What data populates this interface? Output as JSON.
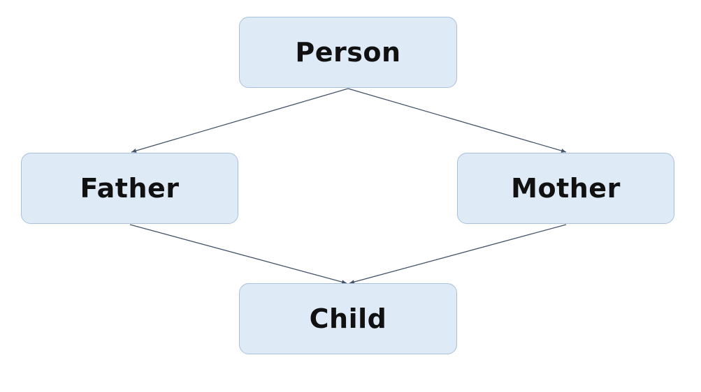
{
  "colors": {
    "node_fill": "#deebf7",
    "node_border": "#a9bfdc",
    "arrow": "#44546a",
    "text": "#111111"
  },
  "nodes": {
    "person": {
      "label": "Person"
    },
    "father": {
      "label": "Father"
    },
    "mother": {
      "label": "Mother"
    },
    "child": {
      "label": "Child"
    }
  },
  "edges": [
    {
      "from": "person",
      "to": "father"
    },
    {
      "from": "person",
      "to": "mother"
    },
    {
      "from": "father",
      "to": "child"
    },
    {
      "from": "mother",
      "to": "child"
    }
  ]
}
